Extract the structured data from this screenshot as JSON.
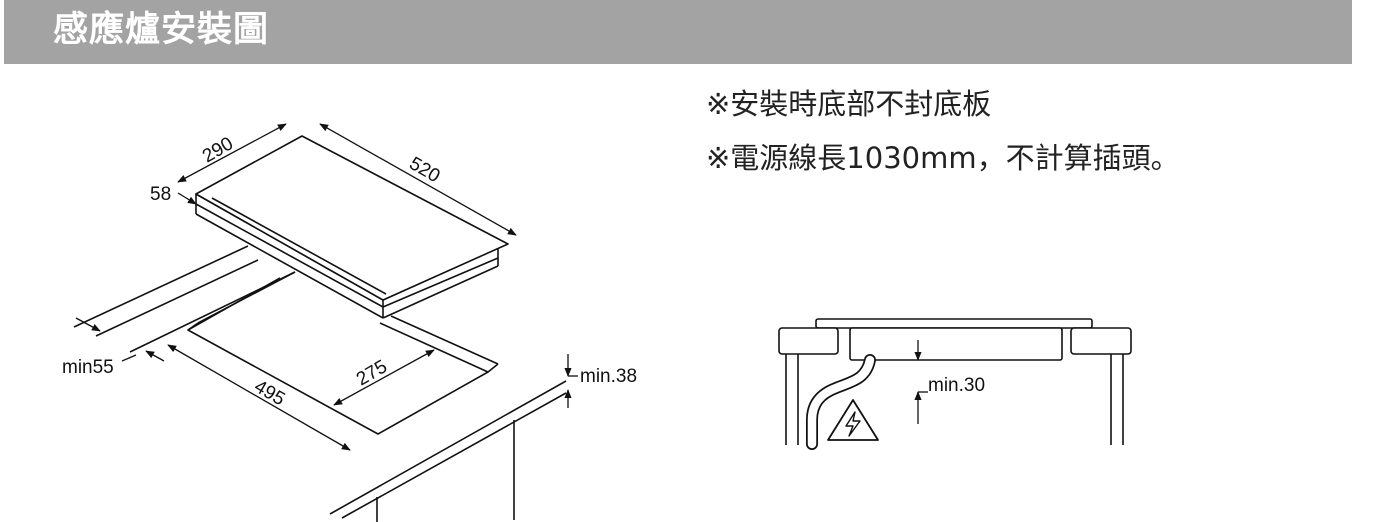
{
  "header": {
    "title": "感應爐安裝圖"
  },
  "notes": [
    "※安裝時底部不封底板",
    "※電源線長1030mm，不計算插頭。"
  ],
  "dimensions": {
    "hob_width": "290",
    "hob_length": "520",
    "hob_height": "58",
    "cutout_width": "275",
    "cutout_length": "495",
    "min_front": "min55",
    "min_counter": "min.38",
    "min_clearance": "min.30"
  },
  "icons": {
    "warning": "electric-hazard-icon"
  },
  "colors": {
    "header_bg": "#a3a3a3",
    "line": "#111111"
  }
}
